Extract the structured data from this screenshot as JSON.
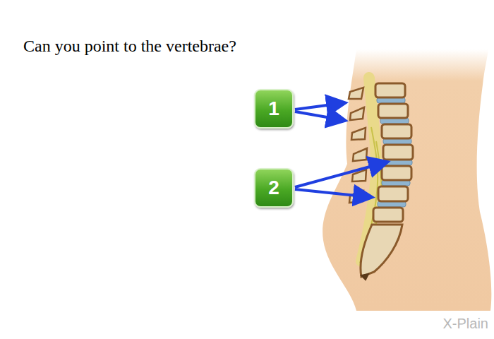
{
  "diagram": {
    "title": "Can you point to the vertebrae?",
    "nodes": [
      {
        "text": [
          "1"
        ]
      },
      {
        "text": [
          "2"
        ]
      }
    ],
    "labels": [
      "X-Plain"
    ]
  }
}
